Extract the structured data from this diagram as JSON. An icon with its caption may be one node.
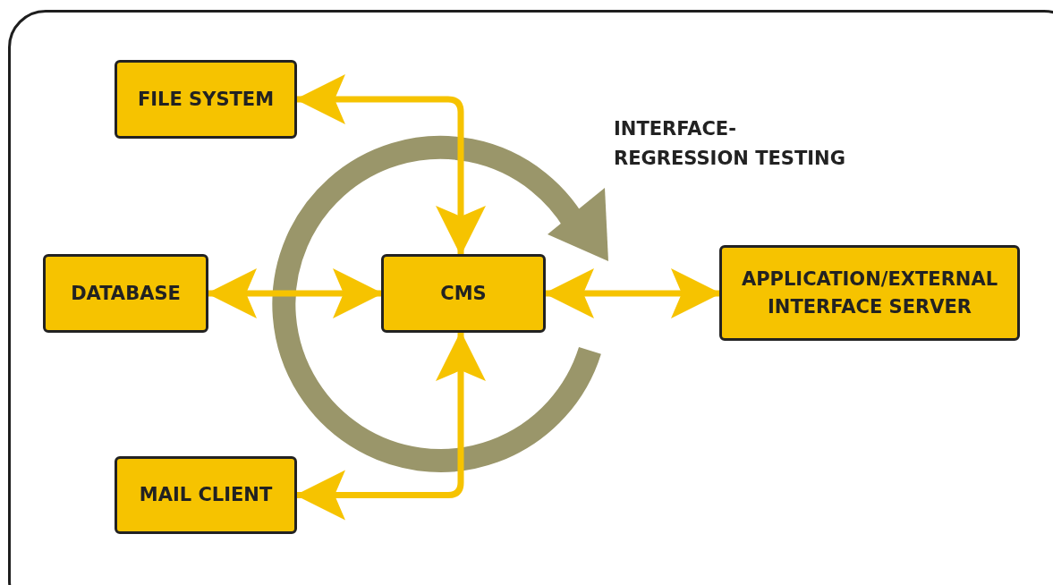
{
  "diagram": {
    "nodes": [
      {
        "text": [
          "FILE SYSTEM"
        ]
      },
      {
        "text": [
          "DATABASE"
        ]
      },
      {
        "text": [
          "CMS"
        ]
      },
      {
        "text": [
          "APPLICATION/EXTERNAL INTERFACE SERVER"
        ]
      },
      {
        "text": [
          "MAIL CLIENT"
        ]
      }
    ],
    "edges": [
      {
        "from": 2,
        "to": 0,
        "arrow": "both"
      },
      {
        "from": 2,
        "to": 1,
        "arrow": "both"
      },
      {
        "from": 2,
        "to": 3,
        "arrow": "both"
      },
      {
        "from": 2,
        "to": 4,
        "arrow": "both"
      }
    ],
    "labels": [
      "INTERFACE- REGRESSION TESTING"
    ]
  }
}
